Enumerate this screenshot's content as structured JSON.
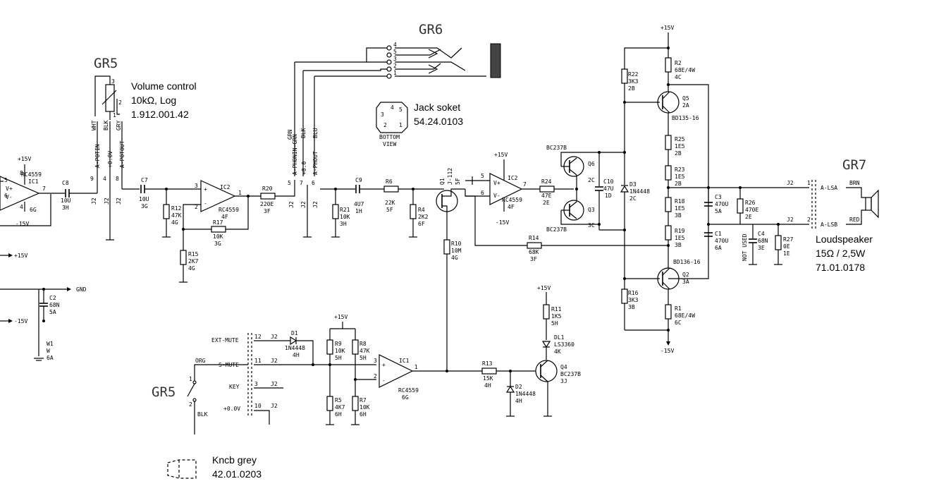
{
  "groups": {
    "gr5_top": "GR5",
    "gr6": "GR6",
    "gr7": "GR7",
    "gr5_bottom": "GR5"
  },
  "notes": {
    "volume": [
      "Volume control",
      "10kΩ, Log",
      "1.912.001.42"
    ],
    "jack": [
      "Jack soket",
      "54.24.0103"
    ],
    "speaker": [
      "Loudspeaker",
      "15Ω / 2,5W",
      "71.01.0178"
    ],
    "knob": [
      "Kncb grey",
      "42.01.0203"
    ]
  },
  "jack_view": {
    "pins": [
      "4",
      "5",
      "3",
      "2",
      "1"
    ],
    "label": [
      "BOTTOM",
      "VIEW"
    ]
  },
  "pot": {
    "pins": [
      "3",
      "2",
      "1"
    ],
    "wires": [
      "WHT",
      "BLK",
      "GRY"
    ]
  },
  "rails": {
    "pos": "+15V",
    "neg": "-15V",
    "gnd": "GND"
  },
  "connectors": {
    "potin": "A-POTIN",
    "potzero": "+0.0V",
    "potout": "A-POTOUT",
    "phonin": "A-PHONIN-GRN",
    "phzero": "+0.0",
    "phout": "A-PHOUT",
    "phwires": [
      "GRN",
      "BLK",
      "BLU"
    ],
    "lsa": "A-LSA",
    "lsb": "A-LSB",
    "brn": "BRN",
    "red": "RED",
    "ext_mute": "EXT-MUTE",
    "s_mute": "S-MUTE",
    "key": "KEY",
    "zero": "+0.0V",
    "org": "ORG",
    "blk": "BLK",
    "j2": "J2",
    "pins": [
      "9",
      "4",
      "8",
      "5",
      "7",
      "6",
      "12",
      "11",
      "3",
      "10",
      "1",
      "2"
    ]
  },
  "components": {
    "ic1_top": [
      "RC4559",
      "IC1",
      "6G"
    ],
    "c8": [
      "C8",
      "10U",
      "3H"
    ],
    "c7": [
      "C7",
      "10U",
      "3G"
    ],
    "ic2a": [
      "IC2",
      "RC4559",
      "4F"
    ],
    "r12": [
      "R12",
      "47K",
      "4G"
    ],
    "r17": [
      "R17",
      "10K",
      "3G"
    ],
    "r15": [
      "R15",
      "2K7",
      "4G"
    ],
    "r20": [
      "R20",
      "220E",
      "3F"
    ],
    "c2": [
      "C2",
      "68N",
      "5A"
    ],
    "w1": [
      "W1",
      "W",
      "6A"
    ],
    "c9": [
      "C9",
      "4U7",
      "1H"
    ],
    "r21": [
      "R21",
      "10K",
      "3H"
    ],
    "r6": [
      "R6",
      "22K",
      "5F"
    ],
    "r4": [
      "R4",
      "2K2",
      "6F"
    ],
    "q1": [
      "Q1",
      "J-112",
      "5F"
    ],
    "r10": [
      "R10",
      "10M",
      "4G"
    ],
    "ic2b": [
      "IC2",
      "RC4559",
      "4F"
    ],
    "r24": [
      "R24",
      "47E",
      "2E"
    ],
    "r14": [
      "R14",
      "68K",
      "3F"
    ],
    "q6": [
      "BC237B",
      "Q6"
    ],
    "q3": [
      "BC237B",
      "Q3"
    ],
    "c10": [
      "C10",
      "47U",
      "1D",
      "2C",
      "3C"
    ],
    "d3": [
      "D3",
      "1N4448",
      "2C"
    ],
    "r22": [
      "R22",
      "3K3",
      "2B"
    ],
    "r16": [
      "R16",
      "3K3",
      "3B"
    ],
    "r2": [
      "R2",
      "68E/4W",
      "4C"
    ],
    "q5": [
      "Q5",
      "2A",
      "BD135-16"
    ],
    "r25": [
      "R25",
      "1E5",
      "2B"
    ],
    "r23": [
      "R23",
      "1E5",
      "2B"
    ],
    "r18": [
      "R18",
      "1E5",
      "3B"
    ],
    "r19": [
      "R19",
      "1E5",
      "3B"
    ],
    "q2": [
      "BD136-16",
      "Q2",
      "3A"
    ],
    "r1": [
      "R1",
      "68E/4W",
      "6C"
    ],
    "c3": [
      "C3",
      "470U",
      "5A"
    ],
    "c1": [
      "C1",
      "470U",
      "6A"
    ],
    "r26": [
      "R26",
      "470E",
      "2E"
    ],
    "c4": [
      "C4",
      "68N",
      "3E"
    ],
    "r27": [
      "R27",
      "0E",
      "1E"
    ],
    "not_used": "NOT USED",
    "d1": [
      "D1",
      "1N4448",
      "4H"
    ],
    "r9": [
      "R9",
      "10K",
      "5H"
    ],
    "r8": [
      "R8",
      "47K",
      "5H"
    ],
    "r5": [
      "R5",
      "4K7",
      "6H"
    ],
    "r7": [
      "R7",
      "10K",
      "6H"
    ],
    "ic1b": [
      "IC1",
      "RC4559",
      "6G"
    ],
    "r13": [
      "R13",
      "15K",
      "4H"
    ],
    "d2": [
      "D2",
      "1N4448",
      "4H"
    ],
    "r11": [
      "R11",
      "1K5",
      "5H"
    ],
    "dl1": [
      "DL1",
      "LS3360",
      "4K"
    ],
    "q4": [
      "Q4",
      "BC237B",
      "3J"
    ]
  }
}
